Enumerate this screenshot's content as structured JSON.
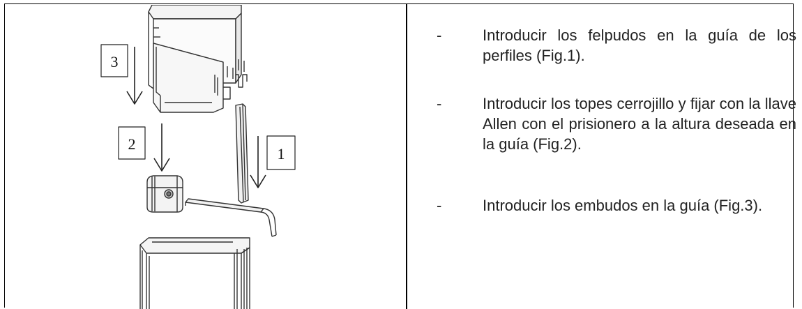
{
  "figure": {
    "callouts": [
      {
        "label": "3"
      },
      {
        "label": "2"
      },
      {
        "label": "1"
      }
    ]
  },
  "instructions": {
    "bullet": "-",
    "steps": [
      "Introducir los felpudos en la guía de los perfiles (Fig.1).",
      "Introducir los topes cerrojillo y fijar con la llave Allen con el prisionero a la altura deseada en la guía (Fig.2).",
      "Introducir los embudos en la guía (Fig.3)."
    ]
  }
}
